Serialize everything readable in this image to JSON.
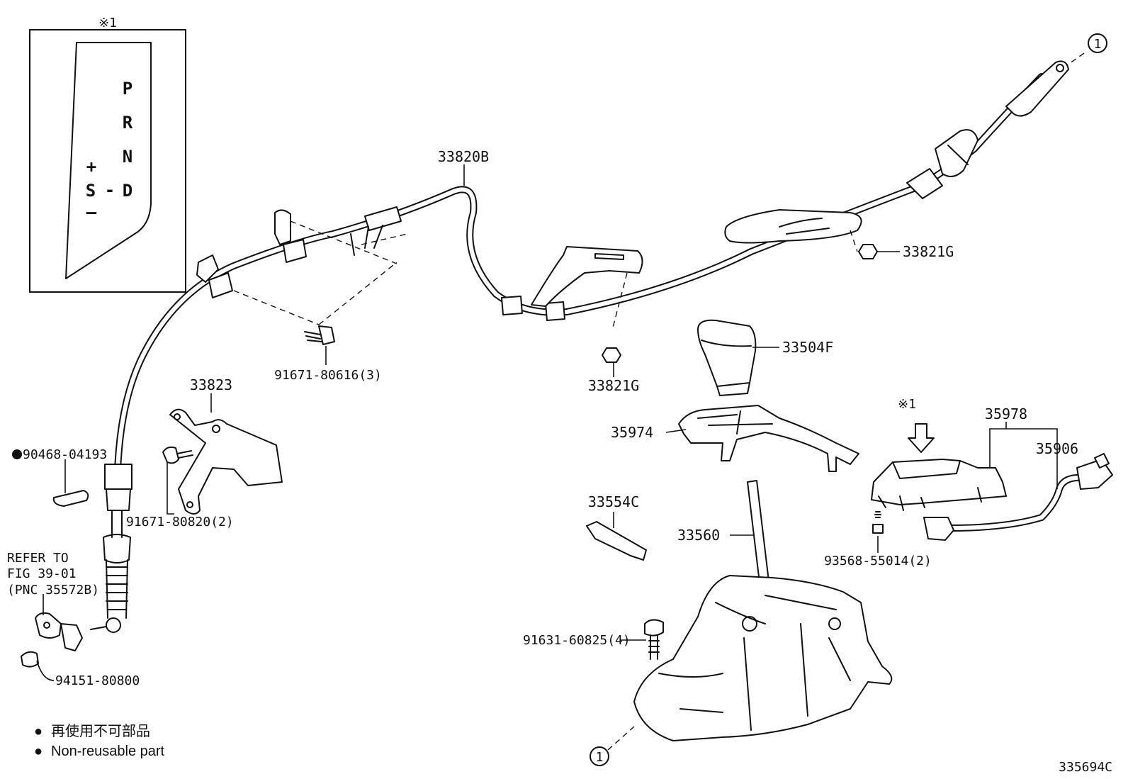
{
  "diagram": {
    "figure_id": "335694C",
    "inset": {
      "marker": "※1",
      "gears": [
        "P",
        "R",
        "N",
        "D",
        "+",
        "S",
        "-",
        "–"
      ]
    },
    "callout_marker": "1",
    "refer": {
      "line1": "REFER TO",
      "line2": "FIG 39-01",
      "line3": "(PNC 35572B)"
    },
    "parts": [
      {
        "id": "p-33820b",
        "label": "33820B"
      },
      {
        "id": "p-33821g-top",
        "label": "33821G"
      },
      {
        "id": "p-33821g-mid",
        "label": "33821G"
      },
      {
        "id": "p-91671-80616",
        "label": "91671-80616(3)"
      },
      {
        "id": "p-33504f",
        "label": "33504F"
      },
      {
        "id": "p-33823",
        "label": "33823"
      },
      {
        "id": "p-90468-04193",
        "label": "90468-04193"
      },
      {
        "id": "p-91671-80820",
        "label": "91671-80820(2)"
      },
      {
        "id": "p-35974",
        "label": "35974"
      },
      {
        "id": "p-35978",
        "label": "35978"
      },
      {
        "id": "p-35906",
        "label": "35906"
      },
      {
        "id": "p-33554c",
        "label": "33554C"
      },
      {
        "id": "p-33560",
        "label": "33560"
      },
      {
        "id": "p-93568-55014",
        "label": "93568-55014(2)"
      },
      {
        "id": "p-91631-60825",
        "label": "91631-60825(4)"
      },
      {
        "id": "p-94151-80800",
        "label": "94151-80800"
      }
    ],
    "marker_35978": "※1",
    "legend": [
      {
        "bullet": "●",
        "text": "再使用不可部品"
      },
      {
        "bullet": "●",
        "text": "Non-reusable part"
      }
    ]
  }
}
